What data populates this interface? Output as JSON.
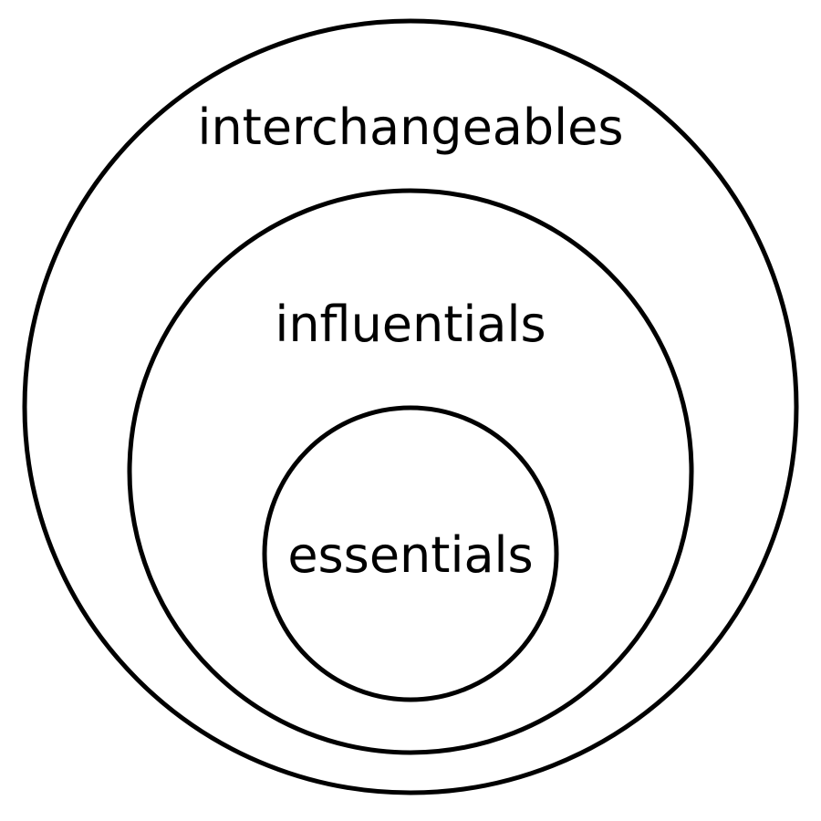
{
  "diagram": {
    "type": "nested-circles",
    "stroke_color": "#000000",
    "background_color": "#ffffff",
    "circles": [
      {
        "label": "interchangeables"
      },
      {
        "label": "influentials"
      },
      {
        "label": "essentials"
      }
    ]
  }
}
